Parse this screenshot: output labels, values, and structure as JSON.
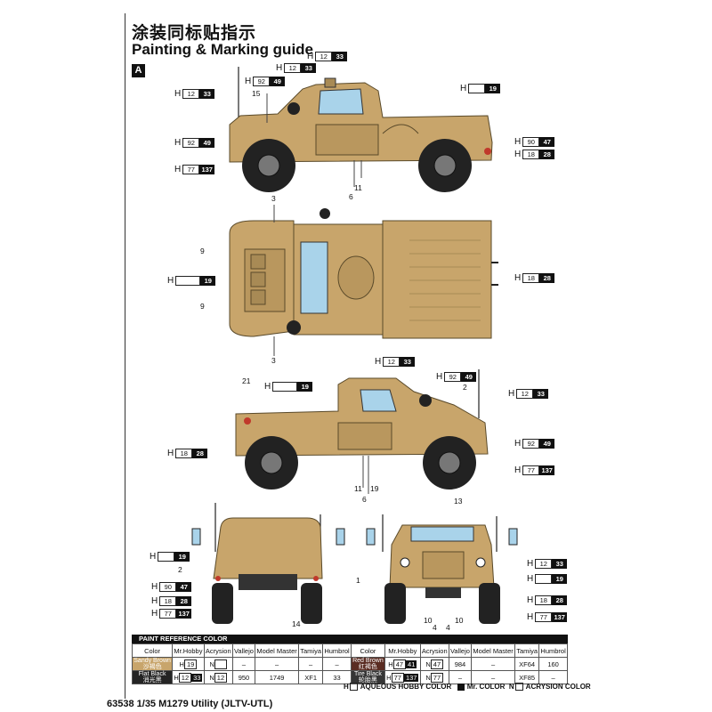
{
  "title_cn": "涂装同标贴指示",
  "title_en": "Painting & Marking guide",
  "section": "A",
  "footer": "63538 1/35 M1279 Utility (JLTV-UTL)",
  "colors": {
    "sand": "#c8a56b",
    "sand_dark": "#a88a55",
    "window": "#a9d3ea",
    "red_brown": "#5a2c22",
    "black": "#111111"
  },
  "refs": [
    {
      "w": "12",
      "b": "33"
    },
    {
      "w": "12",
      "b": "33"
    },
    {
      "w": "92",
      "b": "49"
    },
    {
      "w": "12",
      "b": "33"
    },
    {
      "w": "",
      "b": "19"
    },
    {
      "w": "92",
      "b": "49"
    },
    {
      "w": "77",
      "b": "137"
    },
    {
      "w": "90",
      "b": "47"
    },
    {
      "w": "18",
      "b": "28"
    },
    {
      "w": "",
      "b": "19"
    },
    {
      "w": "18",
      "b": "28"
    },
    {
      "w": "12",
      "b": "33"
    },
    {
      "w": "",
      "b": "19"
    },
    {
      "w": "92",
      "b": "49"
    },
    {
      "w": "12",
      "b": "33"
    },
    {
      "w": "92",
      "b": "49"
    },
    {
      "w": "18",
      "b": "28"
    },
    {
      "w": "77",
      "b": "137"
    },
    {
      "w": "",
      "b": "19"
    },
    {
      "w": "90",
      "b": "47"
    },
    {
      "w": "18",
      "b": "28"
    },
    {
      "w": "77",
      "b": "137"
    },
    {
      "w": "12",
      "b": "33"
    },
    {
      "w": "",
      "b": "19"
    },
    {
      "w": "18",
      "b": "28"
    },
    {
      "w": "77",
      "b": "137"
    }
  ],
  "h": "H",
  "callouts": {
    "side1": [
      "15",
      "11",
      "6"
    ],
    "top": [
      "3",
      "9",
      "9",
      "3"
    ],
    "side2": [
      "21",
      "2",
      "11",
      "19",
      "6"
    ],
    "rear": [
      "2",
      "14"
    ],
    "front": [
      "13",
      "1",
      "10",
      "4",
      "4",
      "10"
    ]
  },
  "table": {
    "title": "PAINT REFERENCE COLOR",
    "headers": [
      "Color",
      "Mr.Hobby",
      "Acrysion",
      "Vallejo",
      "Model Master",
      "Tamiya",
      "Humbrol",
      "Color",
      "Mr.Hobby",
      "Acrysion",
      "Vallejo",
      "Model Master",
      "Tamiya",
      "Humbrol"
    ],
    "rows": [
      {
        "c1_en": "Sandy Brown",
        "c1_cn": "沙褐色",
        "h1w": "19",
        "h1b": "",
        "n1": "",
        "v1": "–",
        "mm1": "–",
        "t1": "–",
        "hu1": "–",
        "c2_en": "Red Brown",
        "c2_cn": "红褐色",
        "h2w": "47",
        "h2b": "41",
        "n2": "47",
        "v2": "984",
        "mm2": "–",
        "t2": "XF64",
        "hu2": "160"
      },
      {
        "c1_en": "Flat Black",
        "c1_cn": "消光黑",
        "h1w": "12",
        "h1b": "33",
        "n1": "12",
        "v1": "950",
        "mm1": "1749",
        "t1": "XF1",
        "hu1": "33",
        "c2_en": "Tire Black",
        "c2_cn": "轮胎黑",
        "h2w": "77",
        "h2b": "137",
        "n2": "77",
        "v2": "–",
        "mm2": "–",
        "t2": "XF85",
        "hu2": "–"
      }
    ],
    "legend": [
      "H",
      "AQUEOUS HOBBY COLOR",
      "Mr. COLOR",
      "N",
      "ACRYSION COLOR"
    ]
  }
}
